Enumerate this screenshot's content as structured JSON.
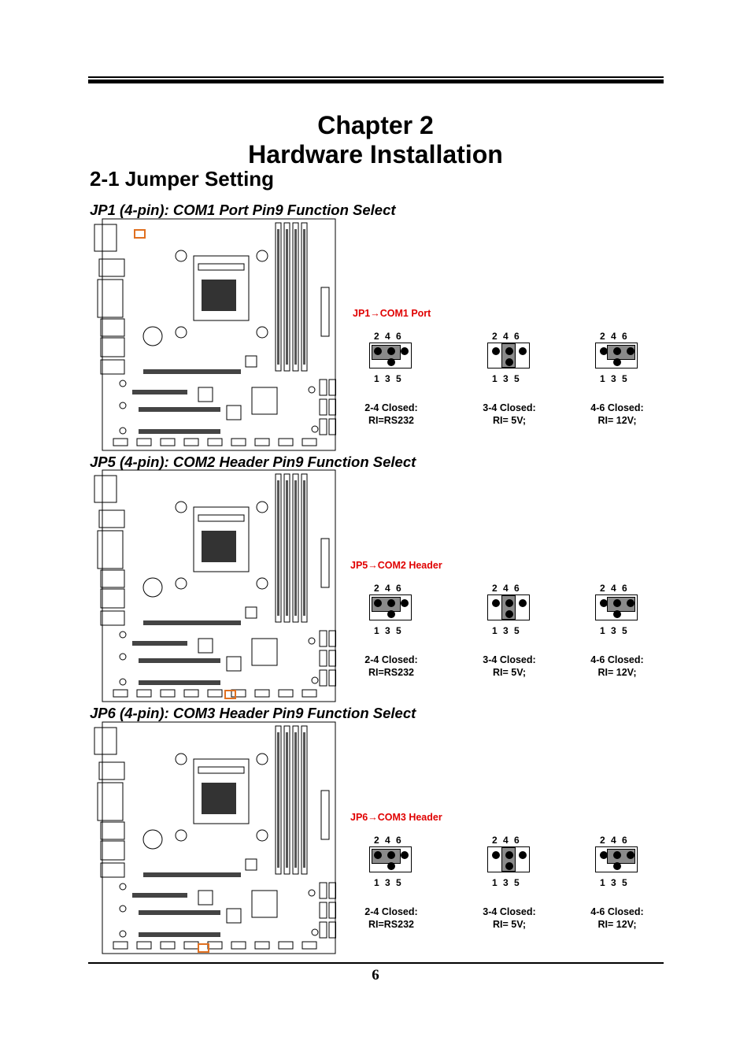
{
  "chapter": {
    "line1": "Chapter 2",
    "line2": "Hardware Installation"
  },
  "section_title": "2-1 Jumper Setting",
  "jumpers": [
    {
      "heading": "JP1 (4-pin): COM1 Port Pin9 Function Select",
      "label": "JP1→COM1 Port",
      "options": [
        {
          "pins_top": "2 4 6",
          "pins_bottom": "1 3 5",
          "closed": "2-4 Closed:",
          "value": "RI=RS232"
        },
        {
          "pins_top": "2 4 6",
          "pins_bottom": "1 3 5",
          "closed": "3-4 Closed:",
          "value": "RI= 5V;"
        },
        {
          "pins_top": "2 4 6",
          "pins_bottom": "1 3 5",
          "closed": "4-6 Closed:",
          "value": "RI= 12V;"
        }
      ]
    },
    {
      "heading": "JP5 (4-pin): COM2 Header Pin9 Function Select",
      "label": "JP5→COM2 Header",
      "options": [
        {
          "pins_top": "2 4 6",
          "pins_bottom": "1 3 5",
          "closed": "2-4 Closed:",
          "value": "RI=RS232"
        },
        {
          "pins_top": "2 4 6",
          "pins_bottom": "1 3 5",
          "closed": "3-4 Closed:",
          "value": "RI= 5V;"
        },
        {
          "pins_top": "2 4 6",
          "pins_bottom": "1 3 5",
          "closed": "4-6 Closed:",
          "value": "RI= 12V;"
        }
      ]
    },
    {
      "heading": "JP6 (4-pin): COM3 Header Pin9 Function Select",
      "label": "JP6→COM3 Header",
      "options": [
        {
          "pins_top": "2 4 6",
          "pins_bottom": "1 3 5",
          "closed": "2-4 Closed:",
          "value": "RI=RS232"
        },
        {
          "pins_top": "2 4 6",
          "pins_bottom": "1 3 5",
          "closed": "3-4 Closed:",
          "value": "RI= 5V;"
        },
        {
          "pins_top": "2 4 6",
          "pins_bottom": "1 3 5",
          "closed": "4-6 Closed:",
          "value": "RI= 12V;"
        }
      ]
    }
  ],
  "highlight_color": "#e07020",
  "label_color": "#e00000",
  "page_number": "6"
}
